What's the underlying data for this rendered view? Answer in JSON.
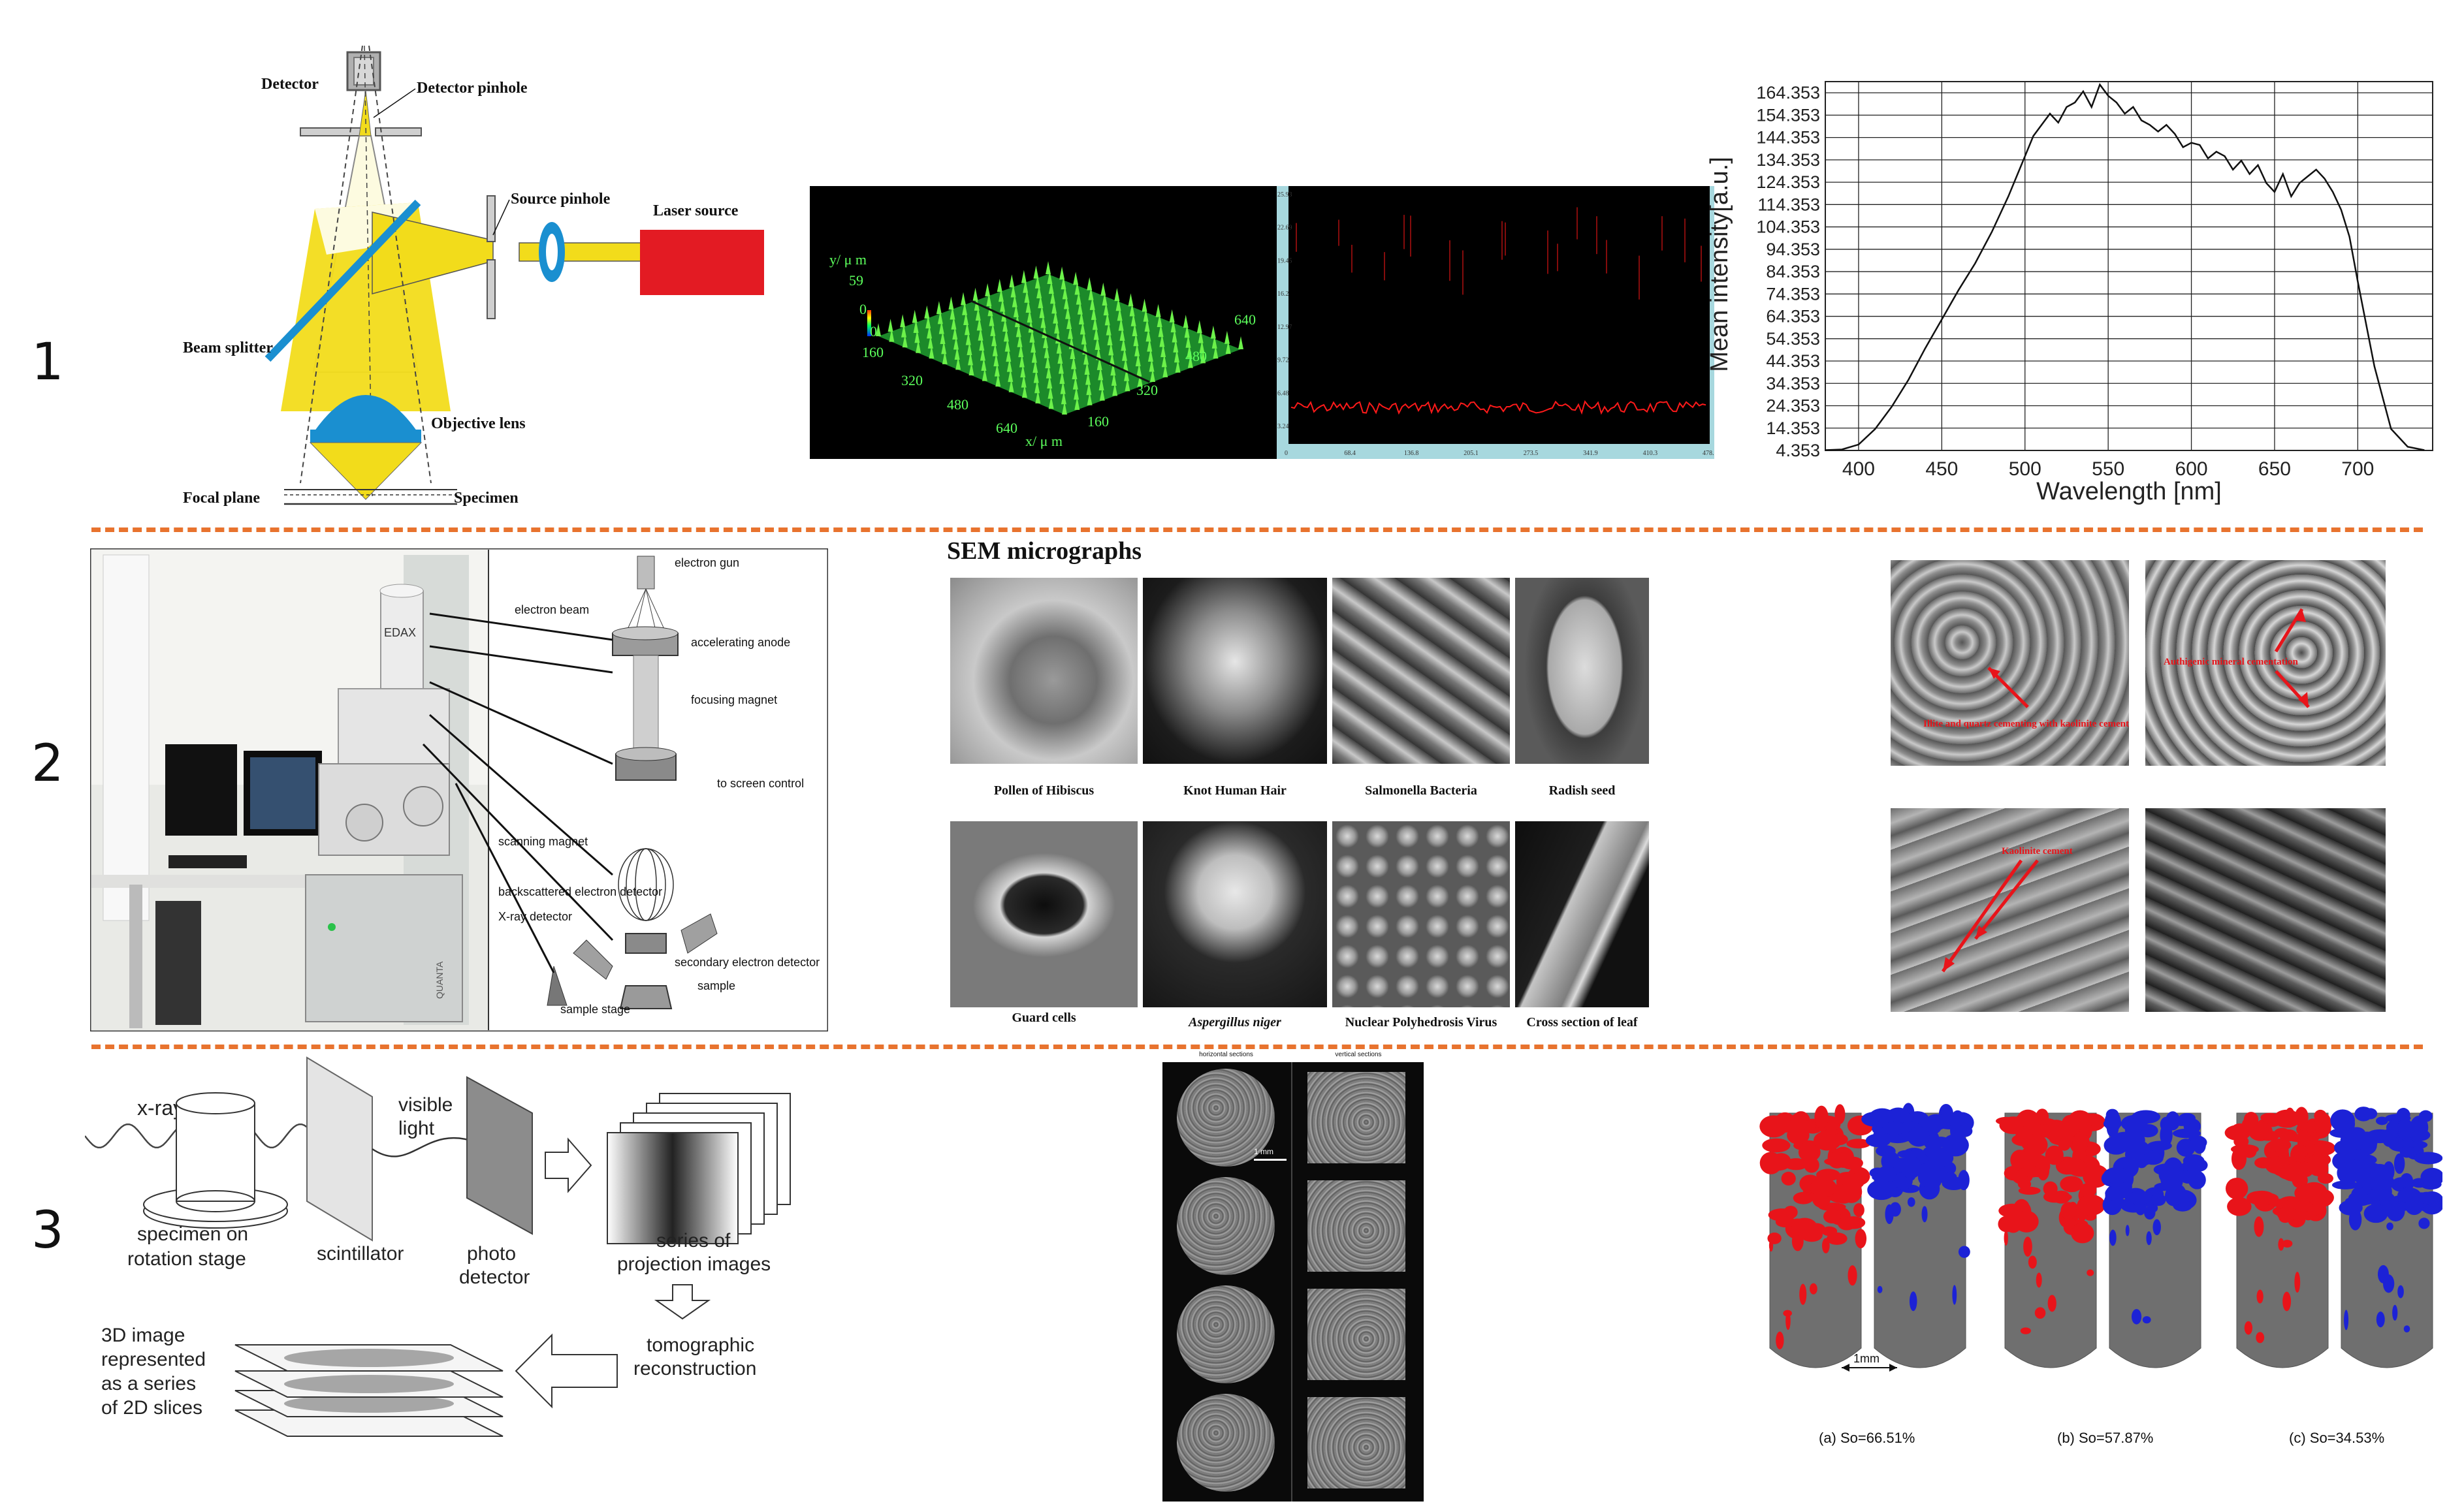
{
  "row_numbers": [
    "1",
    "2",
    "3"
  ],
  "confocal": {
    "detector": "Detector",
    "detector_pinhole": "Detector pinhole",
    "source_pinhole": "Source pinhole",
    "laser_source": "Laser source",
    "beam_splitter": "Beam splitter",
    "objective_lens": "Objective lens",
    "focal_plane": "Focal plane",
    "specimen": "Specimen"
  },
  "surface3d": {
    "y_label": "y/ μ m",
    "x_label": "x/ μ m",
    "z_ticks": [
      "59",
      "0"
    ],
    "zero": "0",
    "front_ticks": [
      "160",
      "320",
      "480",
      "640"
    ],
    "right_ticks": [
      "640",
      "480",
      "320",
      "160"
    ]
  },
  "profile": {
    "y_ticks": [
      "25.93",
      "22.69",
      "19.45",
      "16.2",
      "12.97",
      "9.72",
      "6.48",
      "3.24"
    ],
    "x_ticks": [
      "0",
      "68.4",
      "136.8",
      "205.1",
      "273.5",
      "341.9",
      "410.3",
      "478.7"
    ]
  },
  "chart_data": {
    "type": "line",
    "xlabel": "Wavelength [nm]",
    "ylabel": "Mean intensity[a.u.]",
    "x_ticks": [
      "400",
      "450",
      "500",
      "550",
      "600",
      "650",
      "700"
    ],
    "y_ticks": [
      "164.353",
      "154.353",
      "144.353",
      "134.353",
      "124.353",
      "114.353",
      "104.353",
      "94.353",
      "84.353",
      "74.353",
      "64.353",
      "54.353",
      "44.353",
      "34.353",
      "24.353",
      "14.353",
      "4.353"
    ],
    "xlim": [
      380,
      745
    ],
    "ylim": [
      4.353,
      169.353
    ],
    "grid": true,
    "series": [
      {
        "x": [
          380,
          390,
          400,
          410,
          420,
          430,
          440,
          450,
          460,
          470,
          480,
          490,
          500,
          505,
          510,
          515,
          520,
          525,
          530,
          535,
          540,
          545,
          550,
          555,
          560,
          565,
          570,
          575,
          580,
          585,
          590,
          595,
          600,
          605,
          610,
          615,
          620,
          625,
          630,
          635,
          640,
          645,
          650,
          655,
          660,
          665,
          670,
          675,
          680,
          685,
          690,
          695,
          700,
          710,
          720,
          730,
          740
        ],
        "y": [
          4.5,
          4.8,
          7,
          14,
          24,
          36,
          50,
          63,
          76,
          88,
          102,
          118,
          136,
          145,
          150,
          155,
          151,
          158,
          160,
          165,
          158,
          168,
          163,
          160,
          155,
          158,
          152,
          150,
          147,
          150,
          146,
          140,
          142,
          141,
          135,
          138,
          136,
          130,
          134,
          128,
          132,
          124,
          120,
          128,
          118,
          124,
          127,
          130,
          126,
          120,
          112,
          100,
          80,
          42,
          14,
          6,
          4.5
        ]
      }
    ]
  },
  "sem": {
    "left_labels": [
      "EDAX",
      "QUANTA"
    ],
    "schematic_labels": [
      "electron gun",
      "electron beam",
      "accelerating anode",
      "focusing magnet",
      "scanning magnet",
      "to screen control",
      "backscattered electron detector",
      "X-ray detector",
      "secondary electron detector",
      "sample",
      "sample stage"
    ],
    "micrographs_title": "SEM micrographs",
    "captions_top": [
      "Pollen of Hibiscus",
      "Knot Human Hair",
      "Salmonella Bacteria",
      "Radish seed"
    ],
    "captions_bottom": [
      "Guard cells",
      "Aspergillus niger",
      "Nuclear Polyhedrosis Virus",
      "Cross section of leaf"
    ],
    "mineral_labels": [
      "Illite and quartz cementing with kaolinite cement",
      "Authigenic mineral cementation",
      "Kaolinite cement"
    ]
  },
  "ct": {
    "xrays": "x-rays",
    "visible": "visible",
    "light": "light",
    "specimen": "specimen on",
    "rotation": "rotation stage",
    "scintillator": "scintillator",
    "photo": "photo",
    "detector": "detector",
    "series": "series of",
    "projection": "projection images",
    "tomographic": "tomographic",
    "reconstruction": "reconstruction",
    "img_lines": [
      "3D image",
      "represented",
      "as a series",
      "of 2D slices"
    ]
  },
  "sections": {
    "horizontal": "horizontal sections",
    "vertical": "vertical sections",
    "scale": "1 mm"
  },
  "saturation": {
    "scale": "1mm",
    "captions": [
      "(a) So=66.51%",
      "(b) So=57.87%",
      "(c) So=34.53%"
    ]
  },
  "colors": {
    "divider": "#e8732e",
    "yellow_beam": "#f2dc1b",
    "blue_optics": "#1a8fd0",
    "laser_red": "#e31b23",
    "oil_red": "#e8141a",
    "water_blue": "#1c22d6"
  }
}
